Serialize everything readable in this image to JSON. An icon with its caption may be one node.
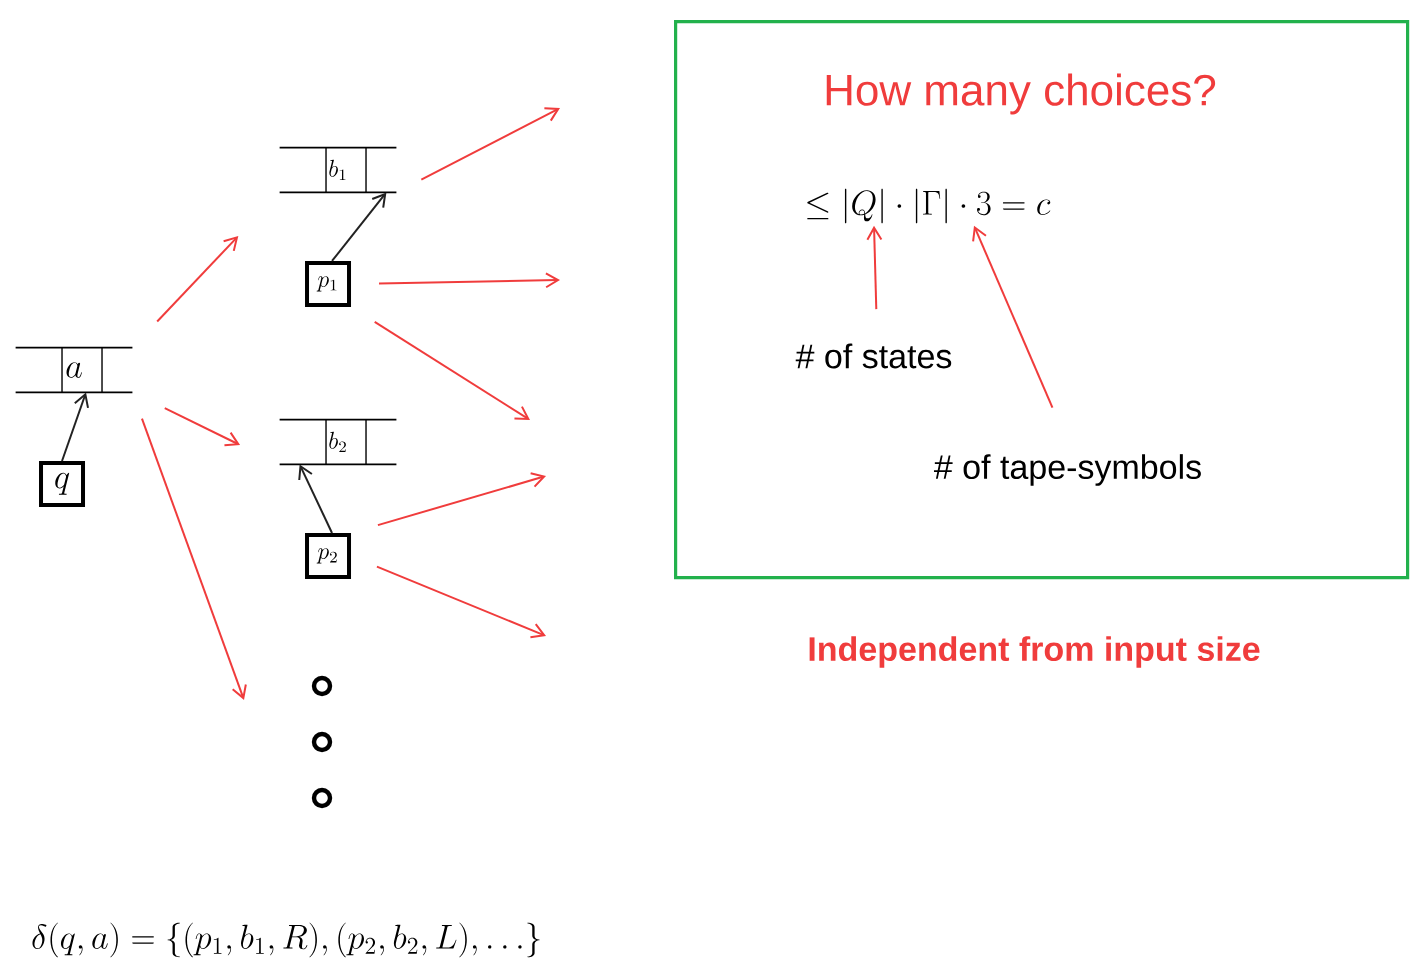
{
  "diagram": {
    "nodes": [
      {
        "text": [
          "a"
        ]
      },
      {
        "text": [
          "q"
        ]
      },
      {
        "text": [
          "b_1"
        ]
      },
      {
        "text": [
          "p_1"
        ]
      },
      {
        "text": [
          "b_2"
        ]
      },
      {
        "text": [
          "p_2"
        ]
      },
      {
        "text": [],
        "shape": "circle"
      },
      {
        "text": [],
        "shape": "circle"
      },
      {
        "text": [],
        "shape": "circle"
      },
      {
        "text": [
          "How many choices?"
        ]
      },
      {
        "text": [
          "\\le |Q|\\cdot|\\Gamma|\\cdot 3 = c"
        ],
        "in": 9
      },
      {
        "text": [
          "# of states"
        ],
        "in": 9
      },
      {
        "text": [
          "# of tape-symbols"
        ],
        "in": 9
      }
    ],
    "edges": [
      {
        "from": 1,
        "to": 0,
        "arrow": "to",
        "color": "#222222"
      },
      {
        "from": 3,
        "to": 2,
        "arrow": "to",
        "color": "#222222"
      },
      {
        "from": 5,
        "to": 4,
        "arrow": "to",
        "color": "#222222"
      },
      {
        "from": 0,
        "to": 2,
        "arrow": "to"
      },
      {
        "from": 0,
        "to": 4,
        "arrow": "to"
      },
      {
        "from": 0,
        "to": null,
        "arrow": "to"
      },
      {
        "from": 2,
        "to": null,
        "arrow": "to"
      },
      {
        "from": 3,
        "to": null,
        "arrow": "to"
      },
      {
        "from": 3,
        "to": null,
        "arrow": "to"
      },
      {
        "from": 5,
        "to": null,
        "arrow": "to"
      },
      {
        "from": 5,
        "to": null,
        "arrow": "to"
      },
      {
        "from": 11,
        "to": 10,
        "arrow": "to"
      },
      {
        "from": 12,
        "to": 10,
        "arrow": "to"
      }
    ],
    "labels": [
      "Independent from input size",
      "\\delta(q,a)=\\{(p_1,b_1,R),(p_2,b_2,L),\\ldots\\}"
    ]
  }
}
